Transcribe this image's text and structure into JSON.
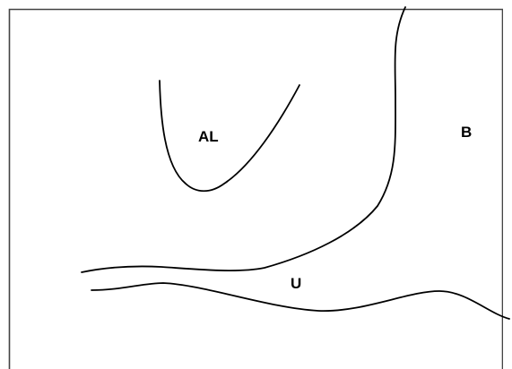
{
  "diagram": {
    "labels": {
      "al": "AL",
      "b": "B",
      "u": "U"
    },
    "colors": {
      "background": "#ffffff",
      "stroke": "#000000",
      "border": "#444444"
    }
  }
}
